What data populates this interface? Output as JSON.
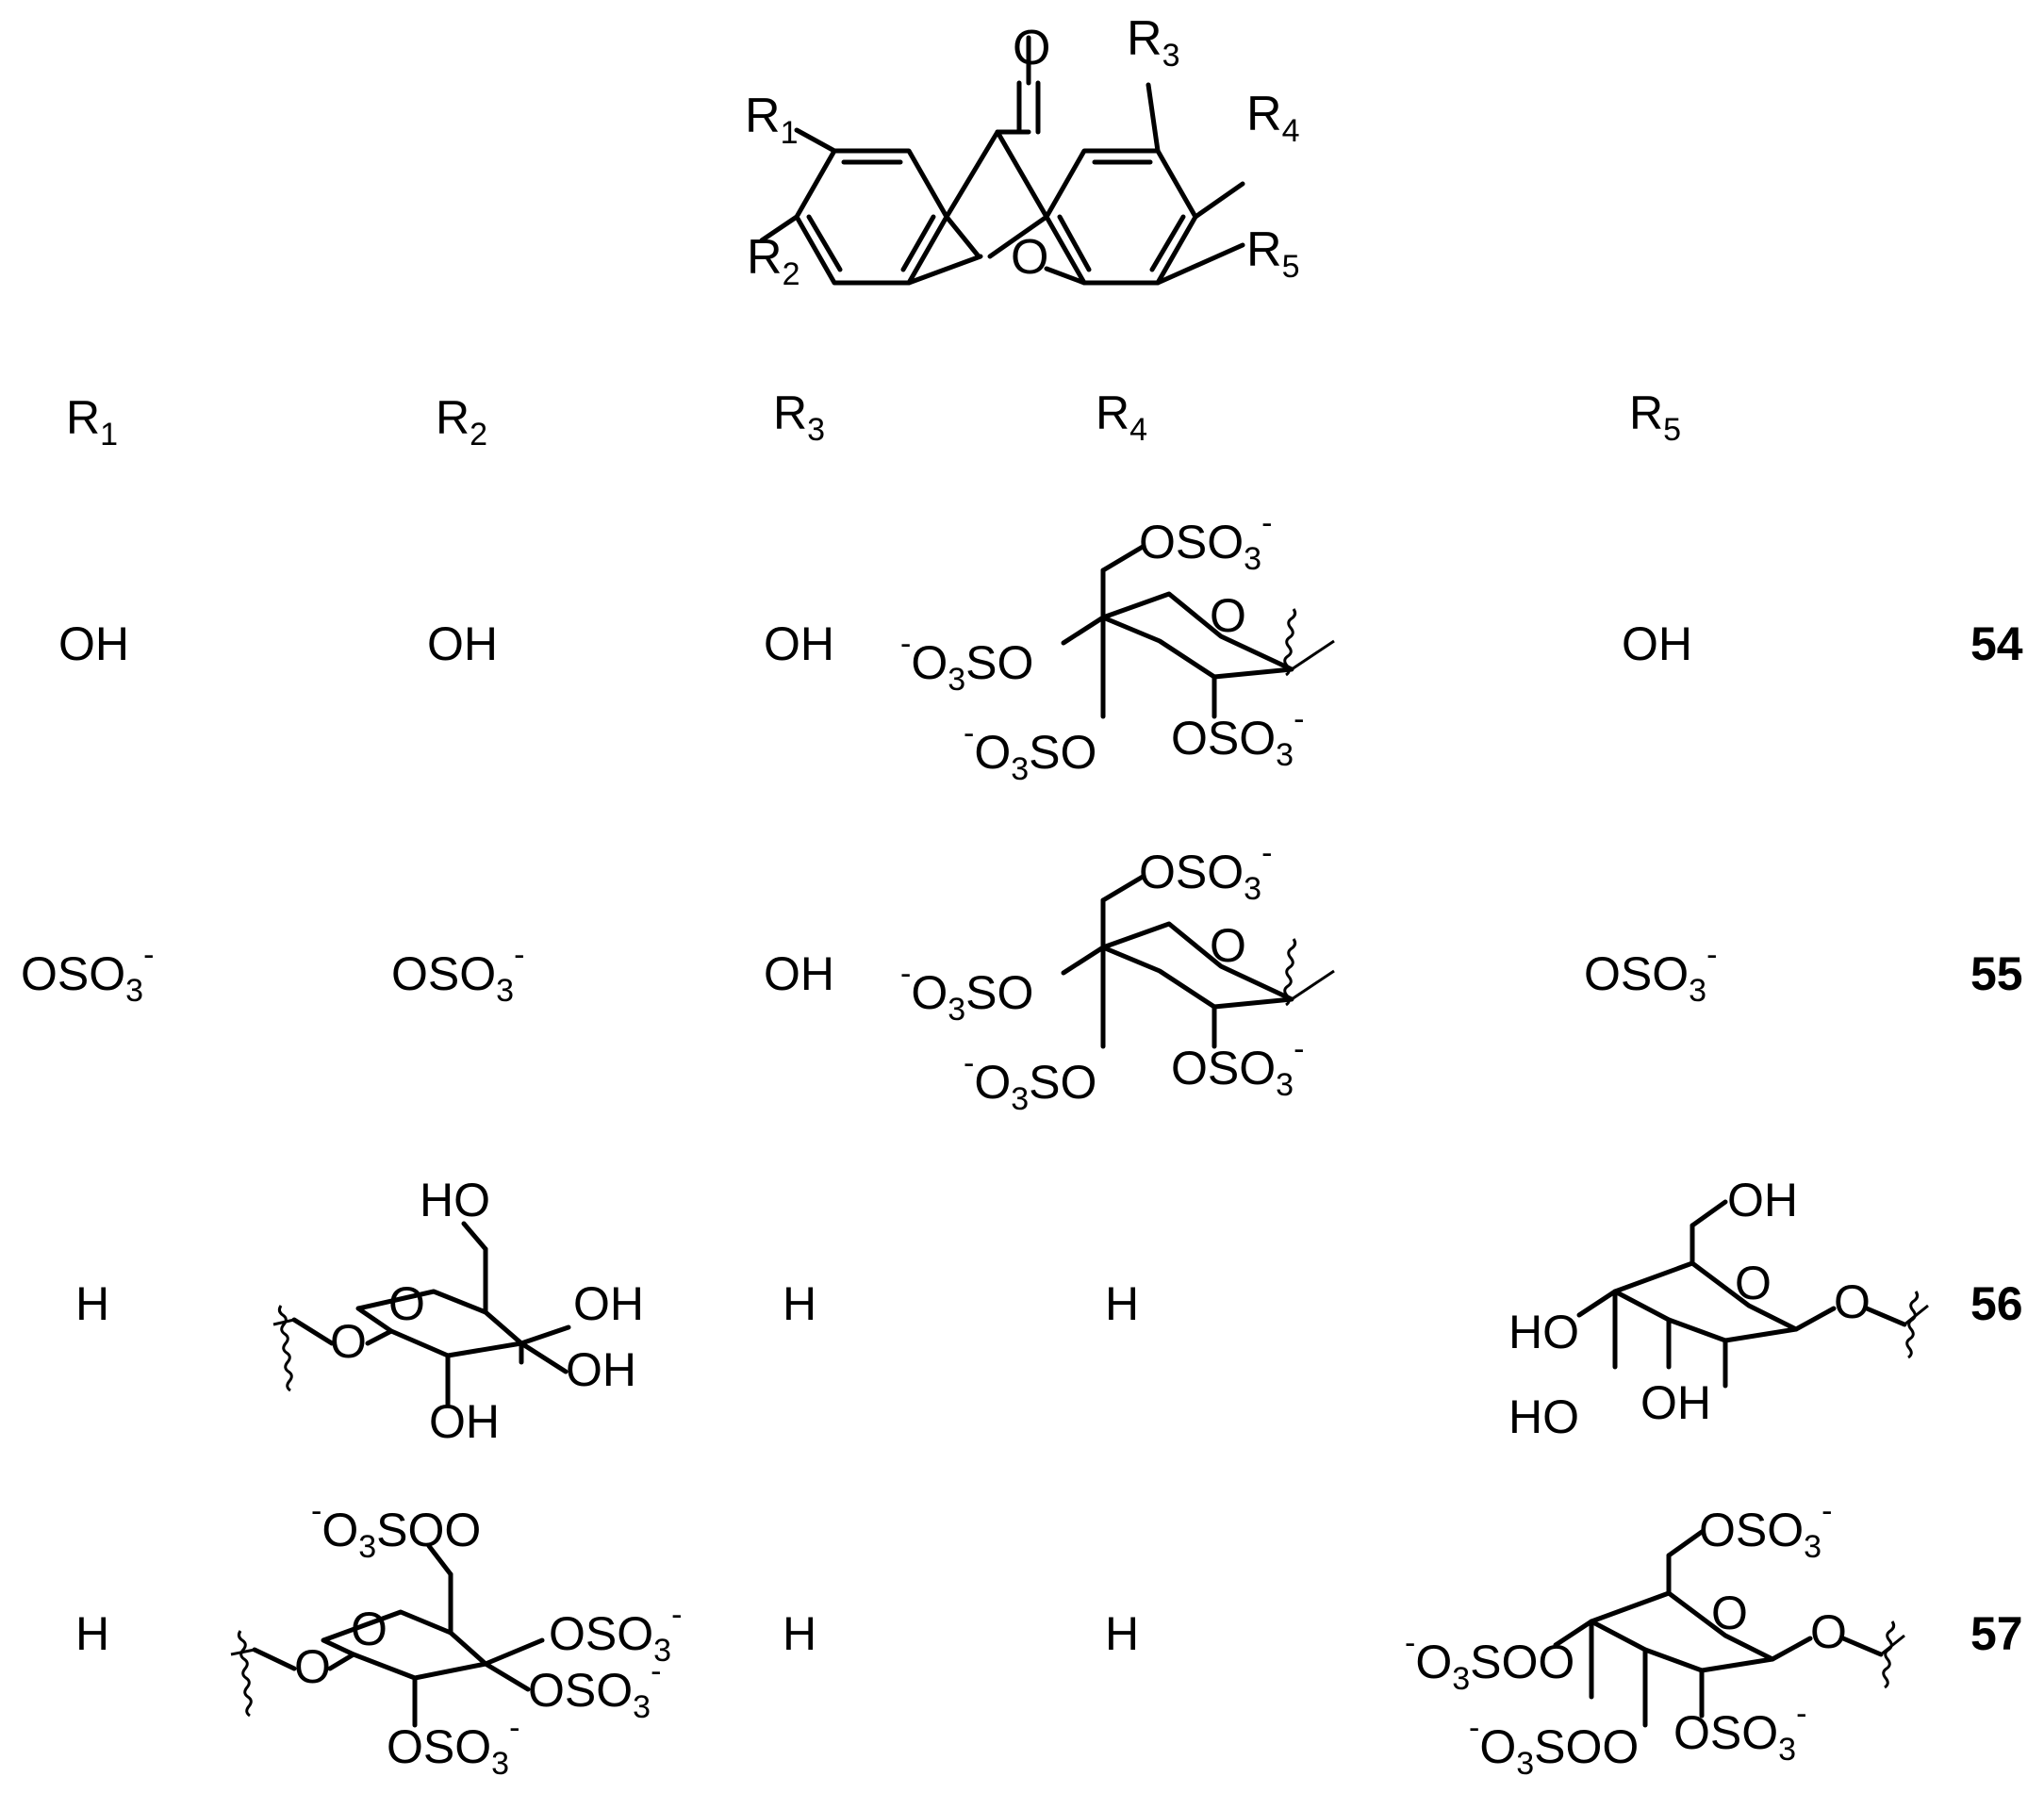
{
  "core": {
    "ketone_o": "O",
    "ring_o": "O",
    "r1_label": "R",
    "r1_sub": "1",
    "r2_label": "R",
    "r2_sub": "2",
    "r3_label": "R",
    "r3_sub": "3",
    "r4_label": "R",
    "r4_sub": "4",
    "r5_label": "R",
    "r5_sub": "5"
  },
  "headers": [
    {
      "label": "R",
      "sub": "1"
    },
    {
      "label": "R",
      "sub": "2"
    },
    {
      "label": "R",
      "sub": "3"
    },
    {
      "label": "R",
      "sub": "4"
    },
    {
      "label": "R",
      "sub": "5"
    }
  ],
  "rows": [
    {
      "id": "54",
      "r1": "OH",
      "r2": "OH",
      "r3": "OH",
      "r5": "OH"
    },
    {
      "id": "55",
      "r1": "OSO",
      "r2": "OSO",
      "r3": "OH",
      "r5": "OSO"
    },
    {
      "id": "56",
      "r1": "H",
      "r3": "H",
      "r4": "H"
    },
    {
      "id": "57",
      "r1": "H",
      "r3": "H",
      "r4": "H"
    }
  ],
  "text": {
    "oh": "OH",
    "ho": "HO",
    "o": "O",
    "oso": "OSO",
    "so": "SO",
    "three": "3",
    "minus": "-"
  }
}
